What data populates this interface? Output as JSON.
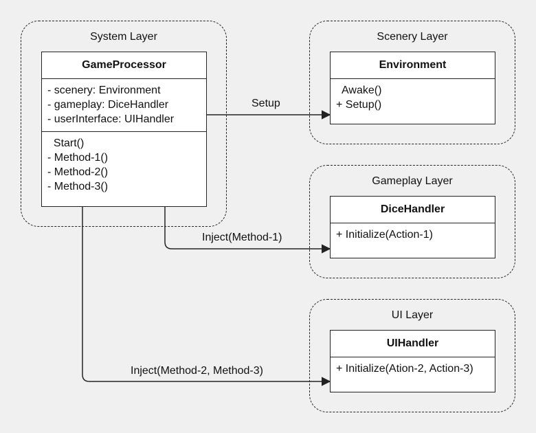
{
  "layers": {
    "system": "System Layer",
    "scenery": "Scenery Layer",
    "gameplay": "Gameplay Layer",
    "ui": "UI Layer"
  },
  "classes": {
    "game_processor": {
      "name": "GameProcessor",
      "fields": [
        "- scenery: Environment",
        "- gameplay: DiceHandler",
        "- userInterface: UIHandler"
      ],
      "methods": [
        "  Start()",
        "- Method-1()",
        "- Method-2()",
        "- Method-3()"
      ]
    },
    "environment": {
      "name": "Environment",
      "methods": [
        "  Awake()",
        "+ Setup()"
      ]
    },
    "dice_handler": {
      "name": "DiceHandler",
      "methods": [
        "+ Initialize(Action-1)"
      ]
    },
    "ui_handler": {
      "name": "UIHandler",
      "methods": [
        "+ Initialize(Ation-2, Action-3)"
      ]
    }
  },
  "edges": {
    "setup": "Setup",
    "inject_1": "Inject(Method-1)",
    "inject_23": "Inject(Method-2, Method-3)"
  }
}
